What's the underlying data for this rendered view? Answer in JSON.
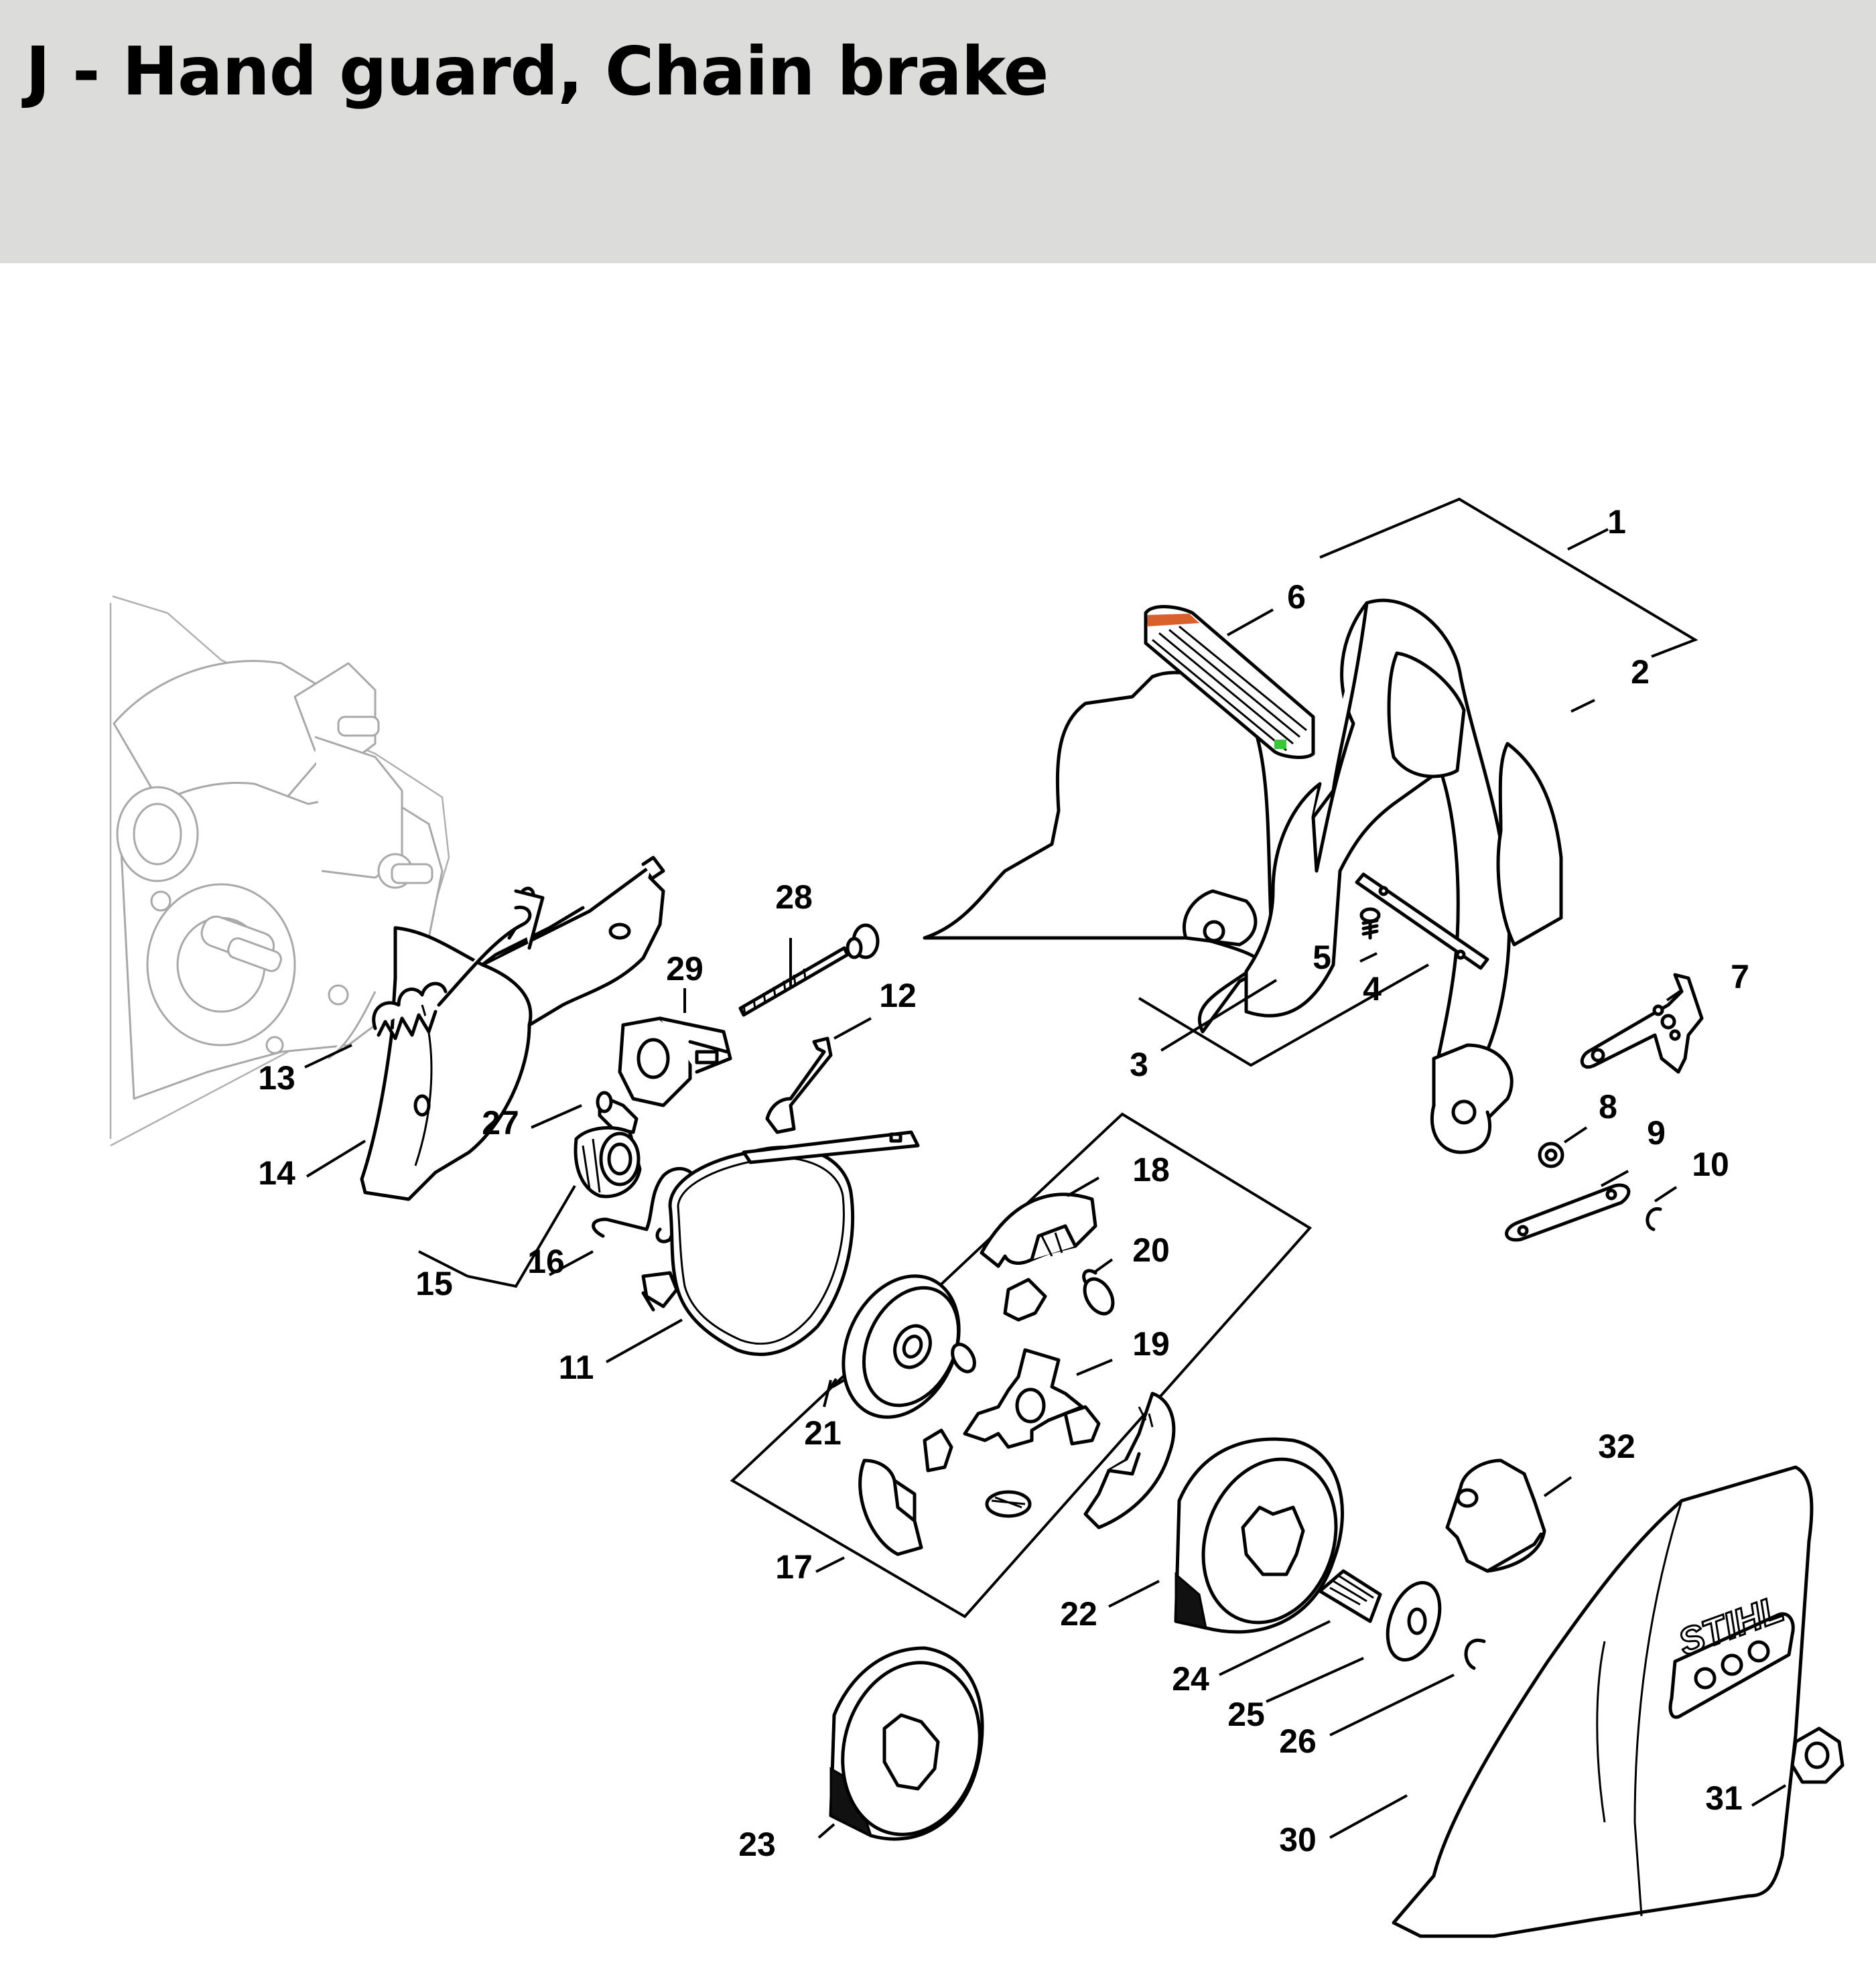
{
  "page": {
    "title": "J - Hand guard, Chain brake"
  },
  "diagram": {
    "callouts": [
      "1",
      "2",
      "3",
      "4",
      "5",
      "6",
      "7",
      "8",
      "9",
      "10",
      "11",
      "12",
      "13",
      "14",
      "15",
      "16",
      "17",
      "18",
      "19",
      "20",
      "21",
      "22",
      "23",
      "24",
      "25",
      "26",
      "27",
      "28",
      "29",
      "30",
      "31",
      "32"
    ],
    "brand_mark": "STIHL"
  },
  "colors": {
    "header_bg": "#dcdddb",
    "label_orange": "#d9602a",
    "label_green": "#3cc43c"
  }
}
